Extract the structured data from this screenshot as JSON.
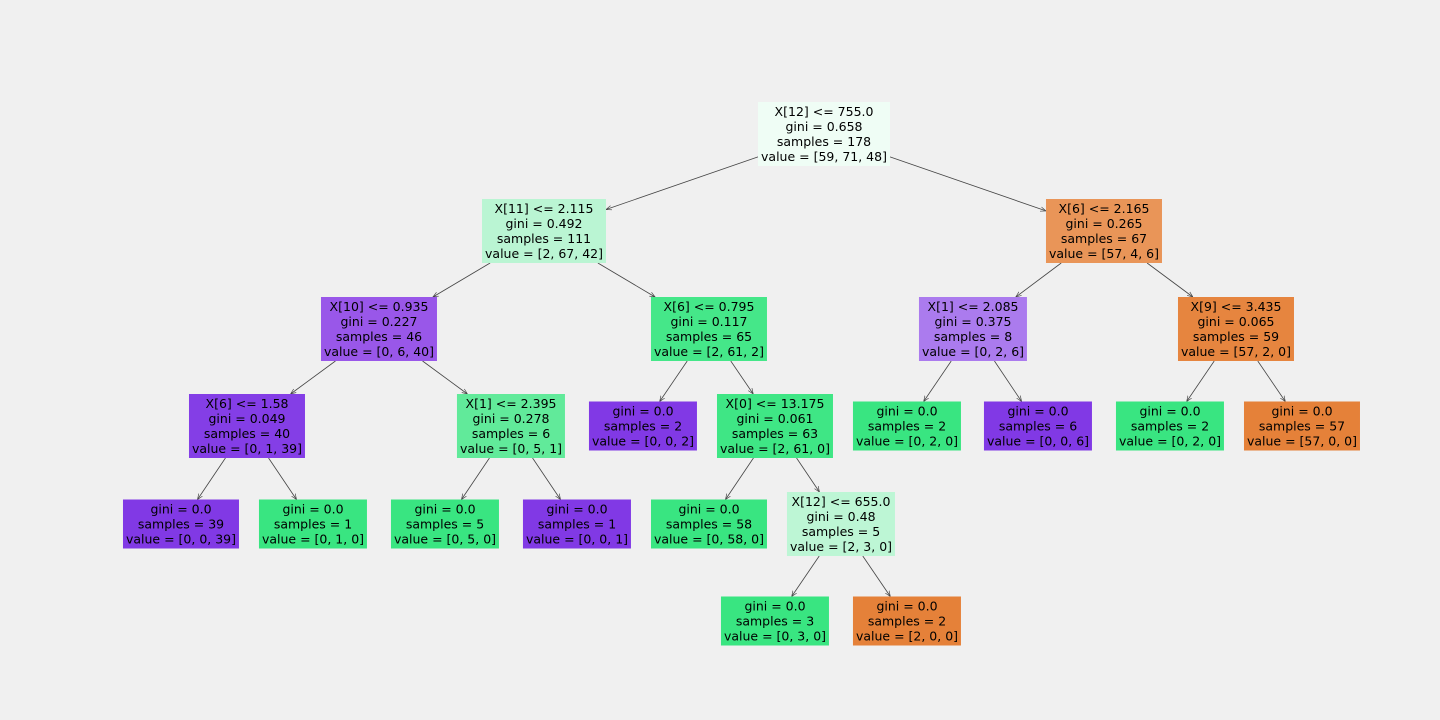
{
  "colors": {
    "background": "#f0f0f0",
    "edge": "#444444",
    "class_0": "#e58139",
    "class_1": "#39e581",
    "class_2": "#8139e5"
  },
  "nodes": [
    {
      "id": "n0",
      "lines": [
        "X[12] <= 755.0",
        "gini = 0.658",
        "samples = 178",
        "value = [59, 71, 48]"
      ],
      "fill": "#effdf5"
    },
    {
      "id": "n1",
      "lines": [
        "X[11] <= 2.115",
        "gini = 0.492",
        "samples = 111",
        "value = [2, 67, 42]"
      ],
      "fill": "#baf5d3"
    },
    {
      "id": "n2",
      "lines": [
        "X[10] <= 0.935",
        "gini = 0.227",
        "samples = 46",
        "value = [0, 6, 40]"
      ],
      "fill": "#9957e9"
    },
    {
      "id": "n3",
      "lines": [
        "X[6] <= 1.58",
        "gini = 0.049",
        "samples = 40",
        "value = [0, 1, 39]"
      ],
      "fill": "#843ee6"
    },
    {
      "id": "n4",
      "lines": [
        "gini = 0.0",
        "samples = 39",
        "value = [0, 0, 39]"
      ],
      "fill": "#8139e5"
    },
    {
      "id": "n5",
      "lines": [
        "gini = 0.0",
        "samples = 1",
        "value = [0, 1, 0]"
      ],
      "fill": "#39e581"
    },
    {
      "id": "n6",
      "lines": [
        "X[1] <= 2.395",
        "gini = 0.278",
        "samples = 6",
        "value = [0, 5, 1]"
      ],
      "fill": "#61ea9a"
    },
    {
      "id": "n7",
      "lines": [
        "gini = 0.0",
        "samples = 5",
        "value = [0, 5, 0]"
      ],
      "fill": "#39e581"
    },
    {
      "id": "n8",
      "lines": [
        "gini = 0.0",
        "samples = 1",
        "value = [0, 0, 1]"
      ],
      "fill": "#8139e5"
    },
    {
      "id": "n9",
      "lines": [
        "X[6] <= 0.795",
        "gini = 0.117",
        "samples = 65",
        "value = [2, 61, 2]"
      ],
      "fill": "#45e789"
    },
    {
      "id": "n10",
      "lines": [
        "gini = 0.0",
        "samples = 2",
        "value = [0, 0, 2]"
      ],
      "fill": "#8139e5"
    },
    {
      "id": "n11",
      "lines": [
        "X[0] <= 13.175",
        "gini = 0.061",
        "samples = 63",
        "value = [2, 61, 0]"
      ],
      "fill": "#3fe685"
    },
    {
      "id": "n12",
      "lines": [
        "gini = 0.0",
        "samples = 58",
        "value = [0, 58, 0]"
      ],
      "fill": "#39e581"
    },
    {
      "id": "n13",
      "lines": [
        "X[12] <= 655.0",
        "gini = 0.48",
        "samples = 5",
        "value = [2, 3, 0]"
      ],
      "fill": "#bdf6d5"
    },
    {
      "id": "n14",
      "lines": [
        "gini = 0.0",
        "samples = 3",
        "value = [0, 3, 0]"
      ],
      "fill": "#39e581"
    },
    {
      "id": "n15",
      "lines": [
        "gini = 0.0",
        "samples = 2",
        "value = [2, 0, 0]"
      ],
      "fill": "#e58139"
    },
    {
      "id": "n16",
      "lines": [
        "X[6] <= 2.165",
        "gini = 0.265",
        "samples = 67",
        "value = [57, 4, 6]"
      ],
      "fill": "#e99558"
    },
    {
      "id": "n17",
      "lines": [
        "X[1] <= 2.085",
        "gini = 0.375",
        "samples = 8",
        "value = [0, 2, 6]"
      ],
      "fill": "#ab7bee"
    },
    {
      "id": "n18",
      "lines": [
        "gini = 0.0",
        "samples = 2",
        "value = [0, 2, 0]"
      ],
      "fill": "#39e581"
    },
    {
      "id": "n19",
      "lines": [
        "gini = 0.0",
        "samples = 6",
        "value = [0, 0, 6]"
      ],
      "fill": "#8139e5"
    },
    {
      "id": "n20",
      "lines": [
        "X[9] <= 3.435",
        "gini = 0.065",
        "samples = 59",
        "value = [57, 2, 0]"
      ],
      "fill": "#e6853f"
    },
    {
      "id": "n21",
      "lines": [
        "gini = 0.0",
        "samples = 2",
        "value = [0, 2, 0]"
      ],
      "fill": "#39e581"
    },
    {
      "id": "n22",
      "lines": [
        "gini = 0.0",
        "samples = 57",
        "value = [57, 0, 0]"
      ],
      "fill": "#e58139"
    }
  ],
  "edges": [
    [
      "n0",
      "n1"
    ],
    [
      "n0",
      "n16"
    ],
    [
      "n1",
      "n2"
    ],
    [
      "n1",
      "n9"
    ],
    [
      "n2",
      "n3"
    ],
    [
      "n2",
      "n6"
    ],
    [
      "n3",
      "n4"
    ],
    [
      "n3",
      "n5"
    ],
    [
      "n6",
      "n7"
    ],
    [
      "n6",
      "n8"
    ],
    [
      "n9",
      "n10"
    ],
    [
      "n9",
      "n11"
    ],
    [
      "n11",
      "n12"
    ],
    [
      "n11",
      "n13"
    ],
    [
      "n13",
      "n14"
    ],
    [
      "n13",
      "n15"
    ],
    [
      "n16",
      "n17"
    ],
    [
      "n16",
      "n20"
    ],
    [
      "n17",
      "n18"
    ],
    [
      "n17",
      "n19"
    ],
    [
      "n20",
      "n21"
    ],
    [
      "n20",
      "n22"
    ]
  ]
}
